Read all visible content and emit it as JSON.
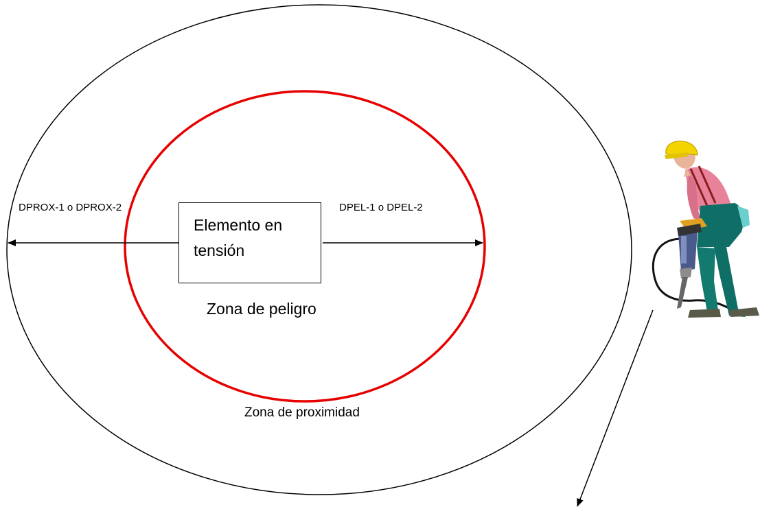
{
  "labels": {
    "dprox": "DPROX-1 o DPROX-2",
    "dpel": "DPEL-1 o DPEL-2",
    "element_line_1": "Elemento en",
    "element_line_2": "tensión",
    "danger_zone": "Zona de peligro",
    "proximity_zone": "Zona de proximidad"
  },
  "colors": {
    "danger_zone_border": "#e60000",
    "proximity_zone_border": "#000000",
    "helmet": "#f2d400",
    "shirt": "#e8829a",
    "trousers": "#0f6e66",
    "gloves": "#e0a020",
    "tool": "#4a5a8a"
  },
  "icons": {
    "worker": "worker-with-jackhammer-icon"
  }
}
